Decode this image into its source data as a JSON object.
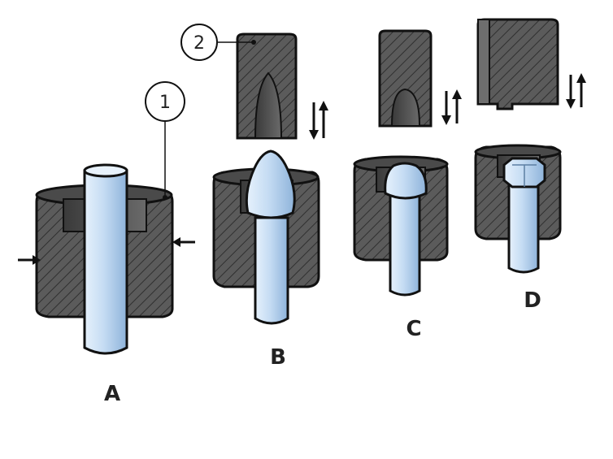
{
  "stages": [
    {
      "id": "A",
      "label": "A"
    },
    {
      "id": "B",
      "label": "B"
    },
    {
      "id": "C",
      "label": "C"
    },
    {
      "id": "D",
      "label": "D"
    }
  ],
  "callouts": [
    {
      "id": "1",
      "label": "1"
    },
    {
      "id": "2",
      "label": "2"
    }
  ],
  "colors": {
    "die": "#5b5b5b",
    "die_dark": "#3f3f3f",
    "outline": "#111111",
    "hatch": "#333333",
    "rod": "#bcd6f0",
    "rod_light": "#e8f2fc",
    "rod_dark": "#8fb4da",
    "arrow": "#111111"
  }
}
